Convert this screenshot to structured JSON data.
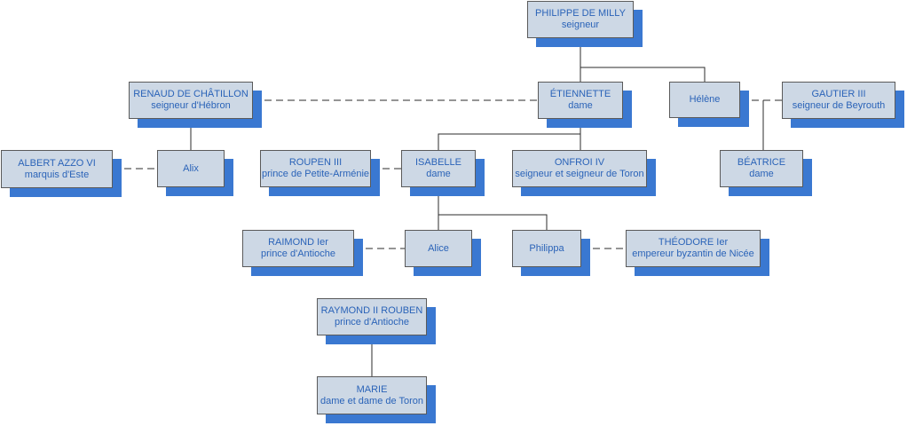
{
  "nodes": {
    "philippe": {
      "name": "PHILIPPE DE MILLY",
      "title": "seigneur"
    },
    "renaud": {
      "name": "RENAUD DE CHÂTILLON",
      "title": "seigneur d'Hébron"
    },
    "etiennette": {
      "name": "ÉTIENNETTE",
      "title": "dame"
    },
    "helene": {
      "name": "Hélène",
      "title": ""
    },
    "gautier": {
      "name": "GAUTIER III",
      "title": "seigneur de Beyrouth"
    },
    "albert": {
      "name": "ALBERT AZZO VI",
      "title": "marquis d'Este"
    },
    "alix": {
      "name": "Alix",
      "title": ""
    },
    "roupen": {
      "name": "ROUPEN III",
      "title": "prince de Petite-Arménie"
    },
    "isabelle": {
      "name": "ISABELLE",
      "title": "dame"
    },
    "onfroi": {
      "name": "ONFROI IV",
      "title": "seigneur et seigneur de Toron"
    },
    "beatrice": {
      "name": "BÉATRICE",
      "title": "dame"
    },
    "raimond": {
      "name": "RAIMOND Ier",
      "title": "prince d'Antioche"
    },
    "alice": {
      "name": "Alice",
      "title": ""
    },
    "philippa": {
      "name": "Philippa",
      "title": ""
    },
    "theodore": {
      "name": "THÉODORE Ier",
      "title": "empereur byzantin de Nicée"
    },
    "raymond": {
      "name": "RAYMOND II ROUBEN",
      "title": "prince d'Antioche"
    },
    "marie": {
      "name": "MARIE",
      "title": "dame et dame de Toron"
    }
  },
  "colors": {
    "box_fill": "#cdd8e5",
    "shadow": "#3a78d1",
    "text": "#2a63b8",
    "line": "#2b2b2b"
  }
}
